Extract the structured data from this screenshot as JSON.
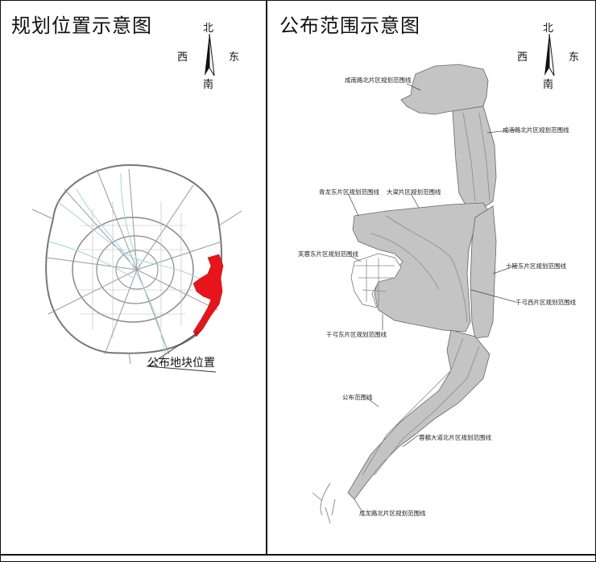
{
  "left_panel": {
    "title": "规划位置示意图",
    "compass": {
      "north": "北",
      "south": "南",
      "east": "东",
      "west": "西"
    },
    "callout_label": "公布地块位置",
    "highlight_color": "#e8141c"
  },
  "right_panel": {
    "title": "公布范围示意图",
    "compass": {
      "north": "北",
      "south": "南",
      "east": "东",
      "west": "西"
    },
    "region_fill": "#c4c4c4",
    "labels": {
      "chengnan": "成南路北片区规划范围线",
      "chengluo": "成洛路北片区规划范围线",
      "qinglong": "青龙东片区规划范围线",
      "daliang": "大梁片区规划范围线",
      "furong": "芙蓉东片区规划范围线",
      "shiling": "十陵东片区规划范围线",
      "qianhao_west": "千弓西片区规划范围线",
      "qianhao_east": "千弓东片区规划范围线",
      "gongbu": "公布范围线",
      "chengdu_avenue": "蓉都大道北片区规划范围线",
      "chenglong": "成龙路北片区规划范围线"
    }
  }
}
